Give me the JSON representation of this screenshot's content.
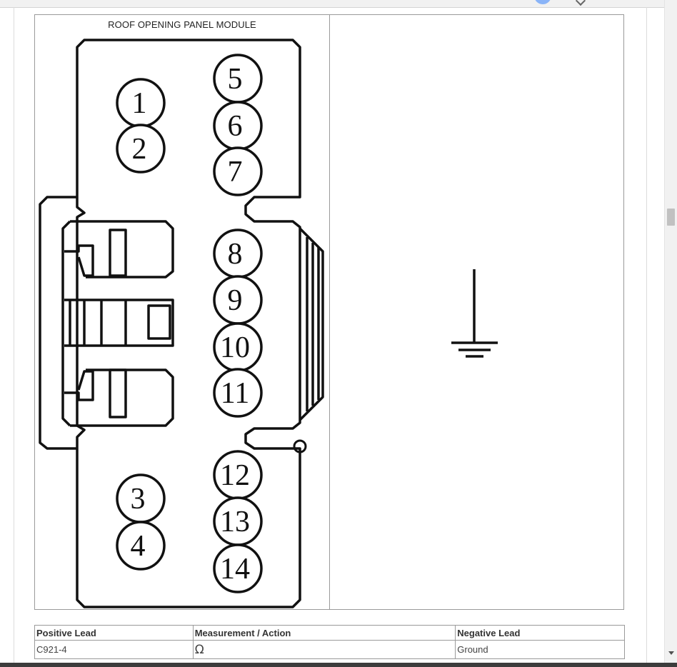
{
  "diagram": {
    "title": "ROOF OPENING PANEL MODULE",
    "pins": [
      "1",
      "2",
      "3",
      "4",
      "5",
      "6",
      "7",
      "8",
      "9",
      "10",
      "11",
      "12",
      "13",
      "14"
    ],
    "ground_symbol": "ground-icon"
  },
  "table": {
    "headers": {
      "positive": "Positive Lead",
      "measurement": "Measurement / Action",
      "negative": "Negative Lead"
    },
    "row": {
      "positive": "C921-4",
      "measurement": "Ω",
      "negative": "Ground"
    }
  },
  "colors": {
    "frame_border": "#9a9a9a",
    "line": "#111111",
    "scroll_thumb": "#c1c1c1"
  }
}
